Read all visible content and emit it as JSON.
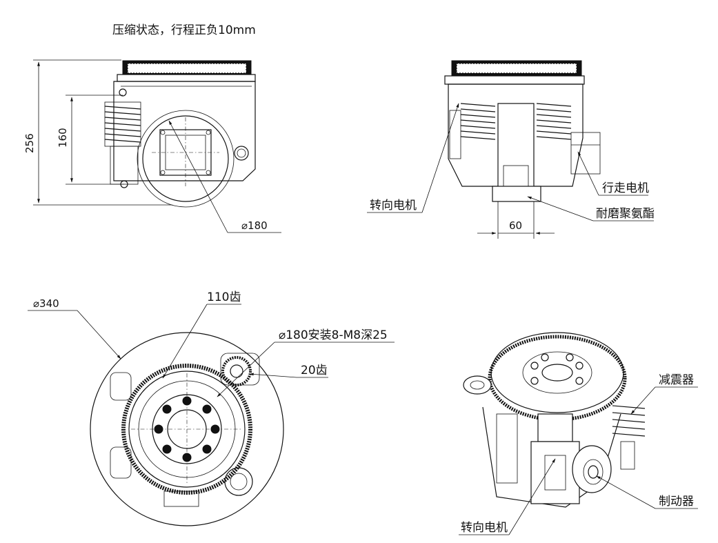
{
  "title": "压缩状态，行程正负10mm",
  "side_view": {
    "dim_height": "256",
    "dim_spring": "160",
    "dim_wheel": "⌀180"
  },
  "front_view": {
    "label_steering_motor": "转向电机",
    "label_drive_motor": "行走电机",
    "label_tread": "耐磨聚氨酯",
    "dim_width": "60"
  },
  "top_view": {
    "dim_outer": "⌀340",
    "label_ring_teeth": "110齿",
    "label_mount": "⌀180安装8-M8深25",
    "label_pinion_teeth": "20齿"
  },
  "iso_view": {
    "label_damper": "减震器",
    "label_brake": "制动器",
    "label_steering_motor": "转向电机"
  }
}
